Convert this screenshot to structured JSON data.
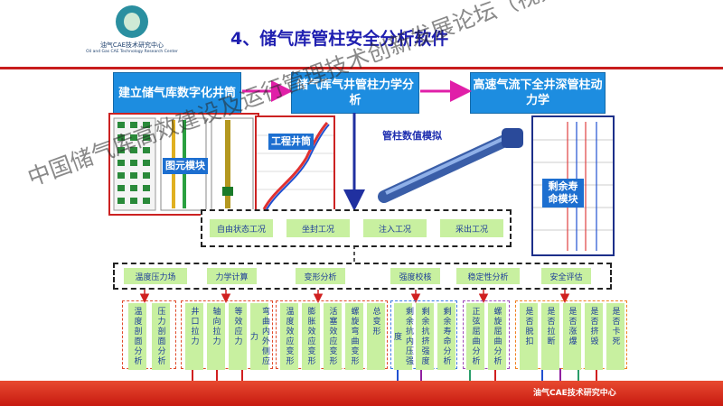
{
  "header": {
    "title": "4、储气库管柱安全分析软件",
    "logo_cn": "油气CAE技术研究中心",
    "logo_en": "Oil and Gas CAE Technology Research Center"
  },
  "top_boxes": [
    "建立储气库数字化井筒",
    "储气库气井管柱力学分析",
    "高速气流下全井深管柱动力学"
  ],
  "panels": {
    "element_module": "图元模块",
    "engineering_well": "工程井筒",
    "numeric_sim": "管柱数值模拟",
    "remaining_life": "剩余寿命模块"
  },
  "conditions": [
    "自由状态工况",
    "坐封工况",
    "注入工况",
    "采出工况"
  ],
  "categories": [
    "温度压力场",
    "力学计算",
    "变形分析",
    "强度校核",
    "稳定性分析",
    "安全评估"
  ],
  "leaves": {
    "temp_pressure": [
      "温度剖面分析",
      "压力剖面分析"
    ],
    "mechanics": [
      "井口拉力",
      "轴向拉力",
      "等效应力",
      "弯曲内外侧应力"
    ],
    "deformation": [
      "温度效应变形",
      "膨胀效应变形",
      "活塞效应变形",
      "螺旋弯曲变形",
      "总变形"
    ],
    "strength": [
      "剩余抗内压强度",
      "剩余抗挤强度",
      "剩余寿命分析"
    ],
    "stability": [
      "正弦屈曲分析",
      "螺旋屈曲分析"
    ],
    "safety": [
      "是否脱扣",
      "是否拉断",
      "是否涨爆",
      "是否挤毁",
      "是否卡死"
    ]
  },
  "watermark": "中国储气库高效建设及运行管理技术创新发展论坛（视频会议）",
  "footer": "油气CAE技术研究中心",
  "colors": {
    "title": "#1f1fb0",
    "accent_blue": "#1d8de0",
    "red": "#c81d1d",
    "leaf_green": "#c8f0a0"
  }
}
